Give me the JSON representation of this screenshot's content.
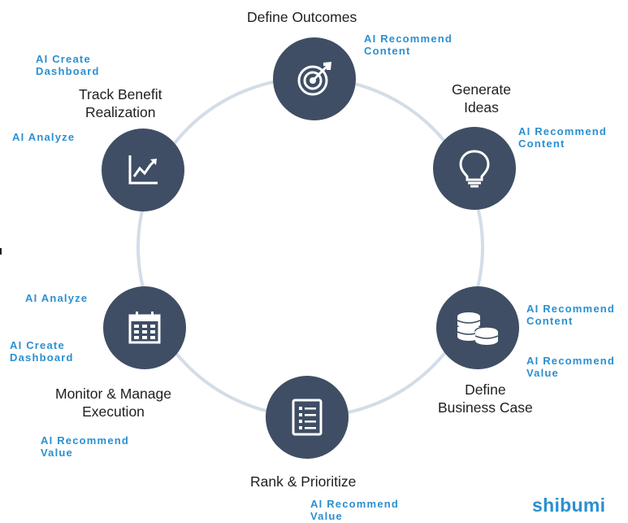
{
  "stages": [
    {
      "name": "Define Outcomes",
      "icon": "target-icon"
    },
    {
      "name": "Generate Ideas",
      "icon": "lightbulb-icon"
    },
    {
      "name": "Define Business Case",
      "icon": "coins-icon"
    },
    {
      "name": "Rank & Prioritize",
      "icon": "checklist-icon"
    },
    {
      "name": "Monitor & Manage Execution",
      "icon": "calendar-icon"
    },
    {
      "name": "Track Benefit Realization",
      "icon": "chart-trend-icon"
    }
  ],
  "labels": {
    "define_outcomes": "Define Outcomes",
    "generate_ideas_1": "Generate",
    "generate_ideas_2": "Ideas",
    "business_case_1": "Define",
    "business_case_2": "Business Case",
    "rank": "Rank & Prioritize",
    "monitor_1": "Monitor & Manage",
    "monitor_2": "Execution",
    "track_1": "Track Benefit",
    "track_2": "Realization"
  },
  "ai": {
    "recommend_1": "AI Recommend",
    "content": "Content",
    "value": "Value",
    "create_1": "AI Create",
    "dashboard": "Dashboard",
    "analyze": "AI Analyze"
  },
  "brand": {
    "logo": "shibumi"
  },
  "colors": {
    "node": "#3f4e64",
    "ring": "#d3dde8",
    "accent": "#2b8fd0",
    "text": "#1f1f1f"
  }
}
